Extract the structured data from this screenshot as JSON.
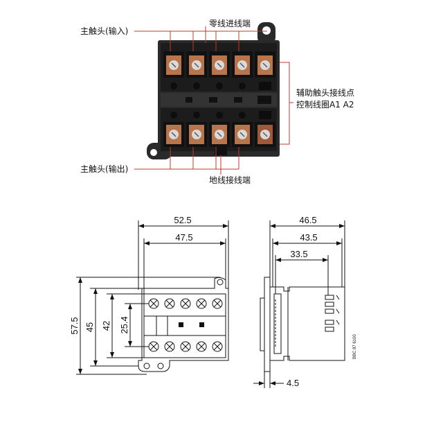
{
  "photo_labels": {
    "main_contact_input": "主触头(输入)",
    "neutral_terminal": "零线进线端",
    "aux_contact_points": "辅助触头接线点",
    "control_coil": "控制线圈A1 A2",
    "main_contact_output": "主触头(输出)",
    "ground_terminal": "地线接线端"
  },
  "front_view": {
    "width_outer": "52.5",
    "width_inner": "47.5",
    "height_total": "57.5",
    "height_45": "45",
    "height_42": "42",
    "height_25": "25.4"
  },
  "side_view": {
    "depth_total": "46.5",
    "depth_43": "43.5",
    "depth_33": "33.5",
    "rail_offset": "4.5",
    "drawing_code": "BBC 87 6100"
  },
  "colors": {
    "leader_line": "#c0392b",
    "housing": "#2a2a2a",
    "terminal": "#b8744a"
  }
}
